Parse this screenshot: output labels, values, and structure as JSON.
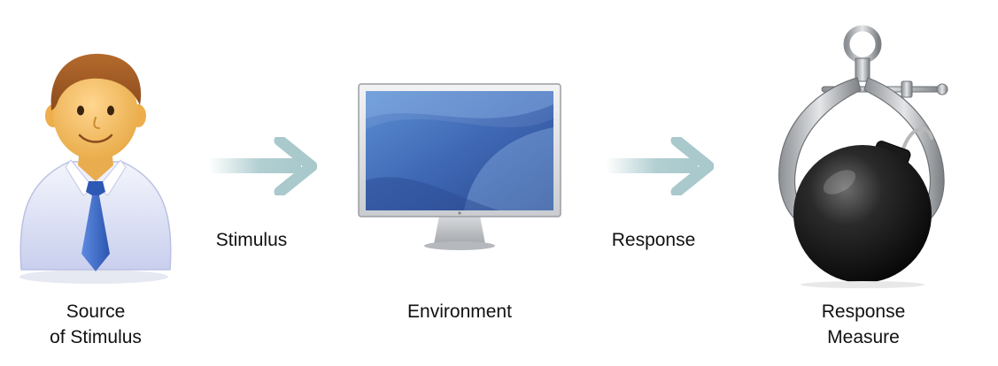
{
  "nodes": {
    "source": {
      "label": "Source\nof Stimulus",
      "icon": "person-icon"
    },
    "environment": {
      "label": "Environment",
      "icon": "monitor-icon"
    },
    "measure": {
      "label": "Response\nMeasure",
      "icon": "bomb-calipers-icon"
    }
  },
  "edges": {
    "stimulus": {
      "label": "Stimulus",
      "icon": "right-arrow-icon"
    },
    "response": {
      "label": "Response",
      "icon": "right-arrow-icon"
    }
  },
  "colors": {
    "arrow": "#a9c9cc",
    "text": "#111111",
    "tie": "#3f6ec6",
    "shirt": "#dfe3f6",
    "screen": "#4a6fb8",
    "bomb": "#1a1a1a"
  }
}
